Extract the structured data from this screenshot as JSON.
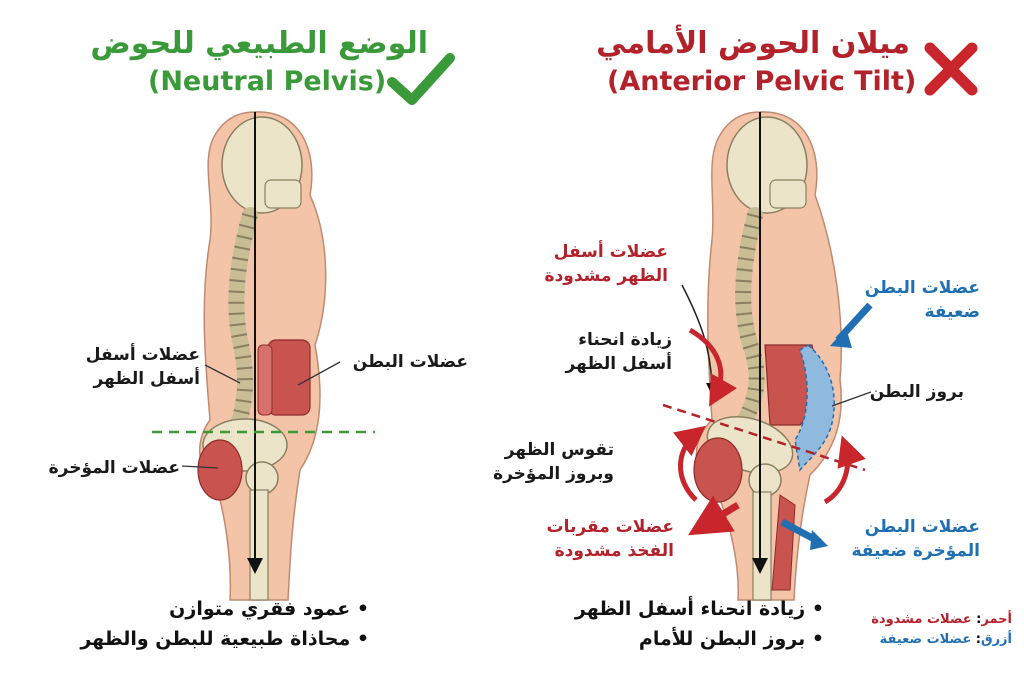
{
  "neutral": {
    "title_ar": "الوضع الطبيعي للحوض",
    "title_en": "(Neutral Pelvis)",
    "labels": {
      "lower_back": "عضلات أسفل\nأسفل الظهر",
      "abdominal": "عضلات البطن",
      "glutes": "عضلات المؤخرة"
    },
    "bullets": [
      "عمود فقري متوازن",
      "محاذاة طبيعية للبطن والظهر"
    ]
  },
  "anterior": {
    "title_ar": "ميلان الحوض الأمامي",
    "title_en": "(Anterior Pelvic Tilt)",
    "labels": {
      "tight_lower_back": "عضلات أسفل\nالظهر مشدودة",
      "weak_abs": "عضلات البطن\nضعيفة",
      "increased_curve": "زيادة انحناء\nأسفل الظهر",
      "belly_protrusion": "بروز البطن",
      "arch_back": "تقوس الظهر\nوبروز المؤخرة",
      "tight_hip_flexors": "عضلات مقربات\nالفخذ مشدودة",
      "weak_glutes": "عضلات البطن\nالمؤخرة ضعيفة"
    },
    "bullets": [
      "زيادة انحناء أسفل الظهر",
      "بروز البطن للأمام"
    ]
  },
  "legend": {
    "red_key": "أحمر",
    "red_value": "عضلات مشدودة",
    "blue_key": "أزرق",
    "blue_value": "عضلات ضعيفة"
  },
  "colors": {
    "good": "#3a9a3a",
    "bad": "#c8262c",
    "tight": "#b3212a",
    "weak": "#1f6fb2",
    "skin": "#f3c4a8",
    "bone": "#ece4c8"
  }
}
